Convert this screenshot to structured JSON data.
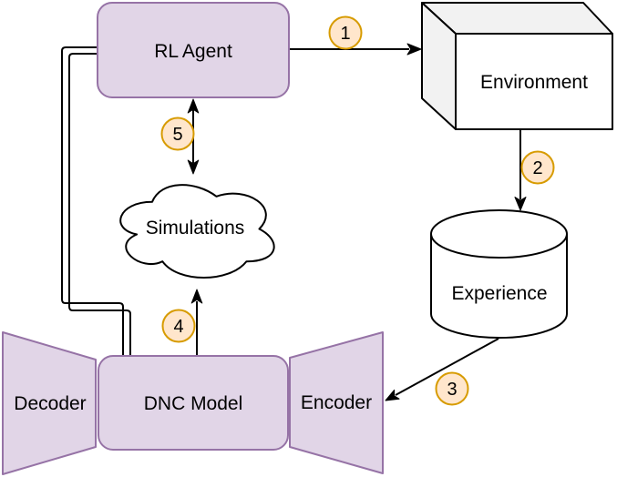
{
  "diagram": {
    "nodes": {
      "rl_agent": {
        "label": "RL Agent",
        "shape": "rounded-rectangle"
      },
      "environment": {
        "label": "Environment",
        "shape": "cube"
      },
      "experience": {
        "label": "Experience",
        "shape": "cylinder"
      },
      "simulations": {
        "label": "Simulations",
        "shape": "cloud"
      },
      "dnc_model": {
        "label": "DNC Model",
        "shape": "rounded-rectangle"
      },
      "decoder": {
        "label": "Decoder",
        "shape": "trapezoid"
      },
      "encoder": {
        "label": "Encoder",
        "shape": "trapezoid"
      }
    },
    "edges": [
      {
        "step": "1",
        "from": "RL Agent",
        "to": "Environment",
        "arrow": "single"
      },
      {
        "step": "2",
        "from": "Environment",
        "to": "Experience",
        "arrow": "single"
      },
      {
        "step": "3",
        "from": "Experience",
        "to": "Encoder",
        "arrow": "single"
      },
      {
        "step": "4",
        "from": "DNC Model",
        "to": "Simulations",
        "arrow": "single"
      },
      {
        "step": "5",
        "from": "RL Agent",
        "to": "Simulations",
        "arrow": "double-headed"
      },
      {
        "from": "DNC Model",
        "to": "RL Agent",
        "arrow": "none",
        "style": "double-line"
      }
    ],
    "colors": {
      "node_fill": "#e1d5e7",
      "node_stroke": "#9673a6",
      "badge_fill": "#ffe6cc",
      "badge_stroke": "#d79b00",
      "plain_fill": "#ffffff",
      "cube_shade_fill": "#f2f2f2",
      "line": "#000000",
      "text": "#000000",
      "background": "#ffffff"
    }
  }
}
